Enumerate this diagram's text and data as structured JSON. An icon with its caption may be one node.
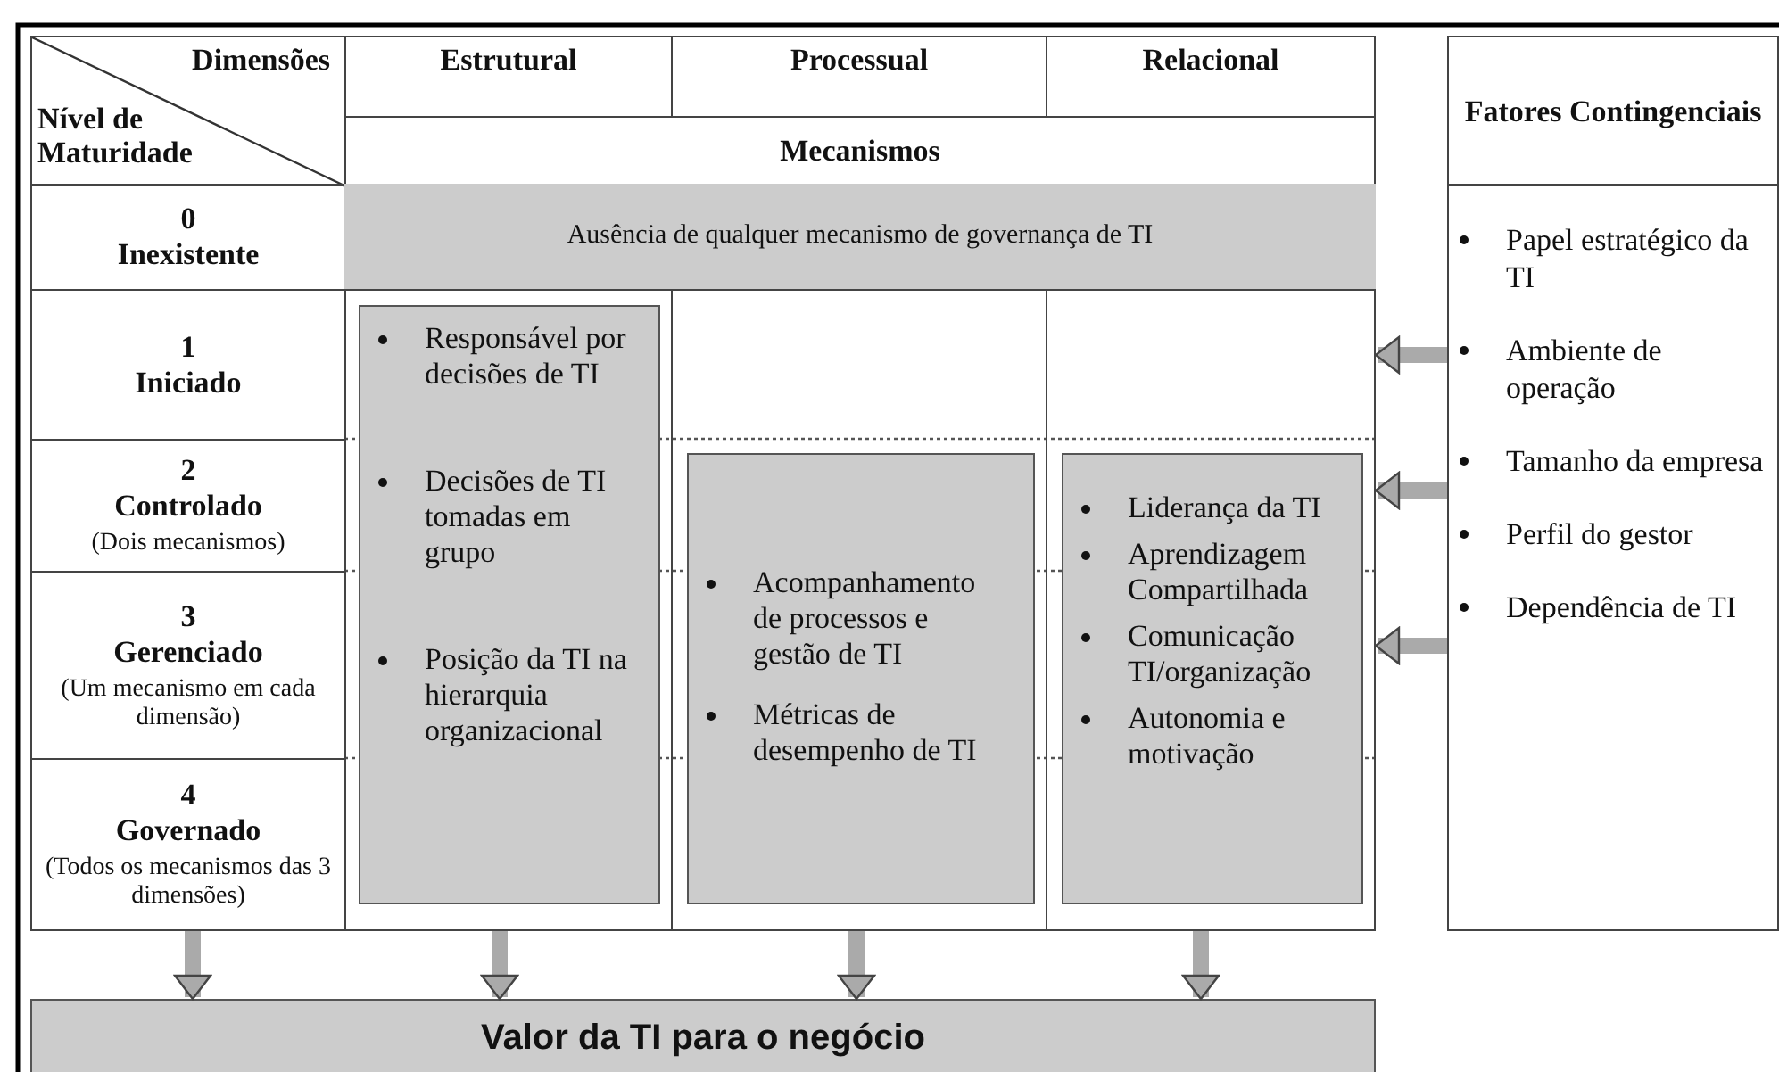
{
  "diagram": {
    "nodes": [
      {
        "text": [
          "Dimensões",
          "Nível de Maturidade"
        ]
      },
      {
        "text": [
          "Estrutural"
        ]
      },
      {
        "text": [
          "Processual"
        ]
      },
      {
        "text": [
          "Relacional"
        ]
      },
      {
        "text": [
          "Mecanismos"
        ]
      },
      {
        "text": [
          "0",
          "Inexistente"
        ]
      },
      {
        "text": [
          "1",
          "Iniciado"
        ]
      },
      {
        "text": [
          "2",
          "Controlado",
          "(Dois mecanismos)"
        ]
      },
      {
        "text": [
          "3",
          "Gerenciado",
          "(Um mecanismo em cada dimensão)"
        ]
      },
      {
        "text": [
          "4",
          "Governado",
          "(Todos os mecanismos das 3 dimensões)"
        ]
      },
      {
        "text": [
          "Ausência de qualquer mecanismo de governança de TI"
        ]
      },
      {
        "text": [],
        "shape": "box"
      },
      {
        "text": [],
        "shape": "box"
      },
      {
        "text": [],
        "shape": "box"
      },
      {
        "text": [
          "Responsável por decisões de TI",
          "Decisões de TI tomadas em grupo",
          "Posição da TI na hierarquia organizacional"
        ],
        "in": 11
      },
      {
        "text": [
          "Acompanhamento de processos e gestão de TI",
          "Métricas de desempenho de TI"
        ],
        "in": 12
      },
      {
        "text": [
          "Liderança da TI",
          "Aprendizagem Compartilhada",
          "Comunicação TI/organização",
          "Autonomia e motivação"
        ],
        "in": 13
      },
      {
        "text": [
          "Fatores Contingenciais",
          "Papel estratégico da TI",
          "Ambiente de operação",
          "Tamanho da empresa",
          "Perfil do gestor",
          "Dependência de TI"
        ]
      },
      {
        "text": [
          "Valor da TI para o negócio"
        ]
      }
    ],
    "edges": [
      {
        "from": 17,
        "to": 13,
        "arrow": "to"
      },
      {
        "from": 17,
        "to": 13,
        "arrow": "to"
      },
      {
        "from": 17,
        "to": 13,
        "arrow": "to"
      },
      {
        "from": 9,
        "to": 18,
        "arrow": "to"
      },
      {
        "from": 11,
        "to": 18,
        "arrow": "to"
      },
      {
        "from": 12,
        "to": 18,
        "arrow": "to"
      },
      {
        "from": 13,
        "to": 18,
        "arrow": "to"
      }
    ]
  }
}
